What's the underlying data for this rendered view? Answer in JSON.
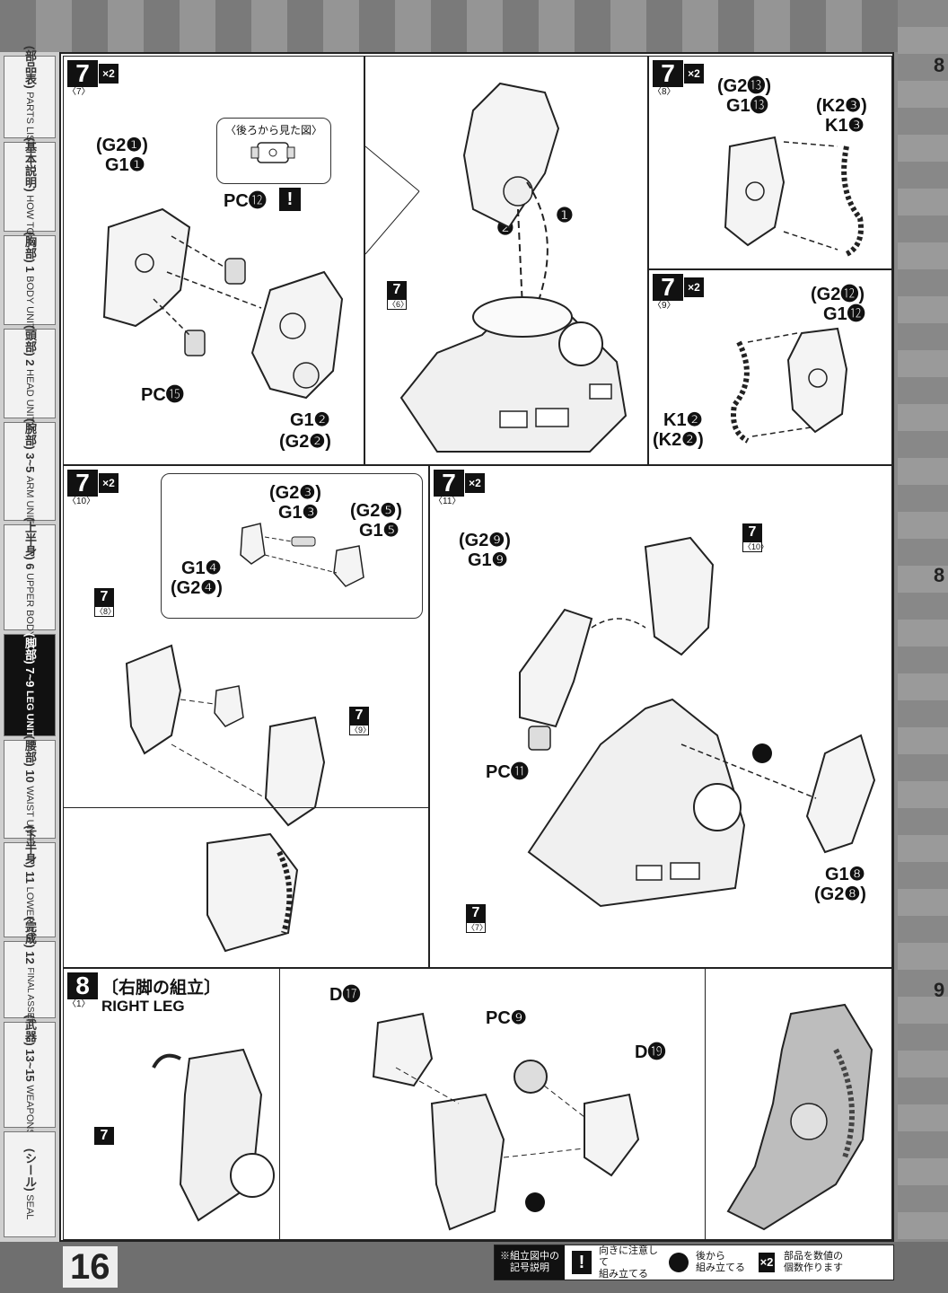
{
  "page_number": "16",
  "side_nav": [
    {
      "jp": "(部品表)",
      "en": "PARTS LIST",
      "active": false
    },
    {
      "jp": "(基本説明)",
      "en": "HOW TO",
      "active": false
    },
    {
      "jp": "(胸部) 1",
      "en": "BODY UNIT",
      "active": false
    },
    {
      "jp": "(頭部) 2",
      "en": "HEAD UNIT",
      "active": false
    },
    {
      "jp": "(腕部) 3~5",
      "en": "ARM UNIT",
      "active": false
    },
    {
      "jp": "(上半身) 6",
      "en": "UPPER BODY",
      "active": false
    },
    {
      "jp": "(脚部) 7~9",
      "en": "LEG UNIT",
      "active": true
    },
    {
      "jp": "(腰部) 10",
      "en": "WAIST UNIT",
      "active": false
    },
    {
      "jp": "(下半身) 11",
      "en": "LOWER BODY",
      "active": false
    },
    {
      "jp": "(完成) 12",
      "en": "FINAL ASSEMBLE",
      "active": false
    },
    {
      "jp": "(武器) 13~15",
      "en": "WEAPONS",
      "active": false
    },
    {
      "jp": "(シール)",
      "en": "SEAL",
      "active": false
    }
  ],
  "steps": {
    "s7_7": {
      "num": "7",
      "sub": "〈7〉",
      "mult": "×2",
      "callout": "〈後ろから見た図〉",
      "labels": [
        "(G2❶)",
        "G1❶",
        "PC⓬",
        "!",
        "PC⓯",
        "G1❷",
        "(G2❷)"
      ]
    },
    "s7_6": {
      "ref_num": "7",
      "ref_sub": "〈6〉",
      "arrow1": "❶",
      "arrow2": "❷"
    },
    "s7_8": {
      "num": "7",
      "sub": "〈8〉",
      "mult": "×2",
      "labels": [
        "(G2⓭)",
        "G1⓭",
        "(K2❸)",
        "K1❸"
      ]
    },
    "s7_9": {
      "num": "7",
      "sub": "〈9〉",
      "mult": "×2",
      "labels": [
        "(G2⓬)",
        "G1⓬",
        "K1❷",
        "(K2❷)"
      ]
    },
    "s7_10": {
      "num": "7",
      "sub": "〈10〉",
      "mult": "×2",
      "labels": [
        "(G2❸)",
        "G1❸",
        "(G2❺)",
        "G1❺",
        "G1❹",
        "(G2❹)"
      ],
      "ref_a": {
        "n": "7",
        "s": "〈8〉"
      },
      "ref_b": {
        "n": "7",
        "s": "〈9〉"
      }
    },
    "s7_11": {
      "num": "7",
      "sub": "〈11〉",
      "mult": "×2",
      "labels": [
        "(G2❾)",
        "G1❾",
        "PC⓫",
        "G1❽",
        "(G2❽)"
      ],
      "ref_a": {
        "n": "7",
        "s": "〈10〉"
      },
      "ref_b": {
        "n": "7",
        "s": "〈7〉"
      }
    },
    "s8_1": {
      "num": "8",
      "sub": "〈1〉",
      "title_jp": "〔右脚の組立〕",
      "title_en": "RIGHT LEG",
      "ref": "7",
      "labels": [
        "D⓱",
        "PC❾",
        "D⓳"
      ]
    }
  },
  "legend": {
    "intro": "※組立図中の\n記号説明",
    "item1_icon": "!",
    "item1": "向きに注意して\n組み立てる",
    "item2": "後から\n組み立てる",
    "item3_icon": "×2",
    "item3": "部品を数値の\n個数作ります"
  },
  "right_edge": {
    "top": "8",
    "mid": "8",
    "bottom": "9"
  }
}
